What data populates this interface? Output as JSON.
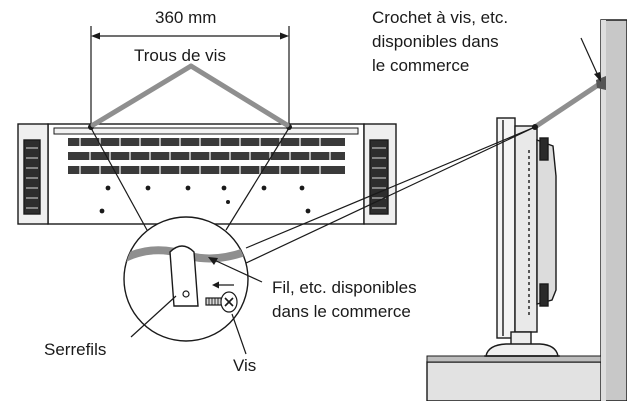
{
  "labels": {
    "dimension": "360 mm",
    "screw_holes": "Trous de vis",
    "hook": [
      "Crochet à vis, etc.",
      "disponibles dans",
      "le commerce"
    ],
    "wire": [
      "Fil, etc. disponibles",
      "dans le commerce"
    ],
    "clamp": "Serrefils",
    "screw": "Vis"
  },
  "colors": {
    "wire": "#8f8f8f",
    "wall": "#c8c8c8",
    "wall_shade": "#e2e2e2",
    "line": "#1a1a1a"
  }
}
